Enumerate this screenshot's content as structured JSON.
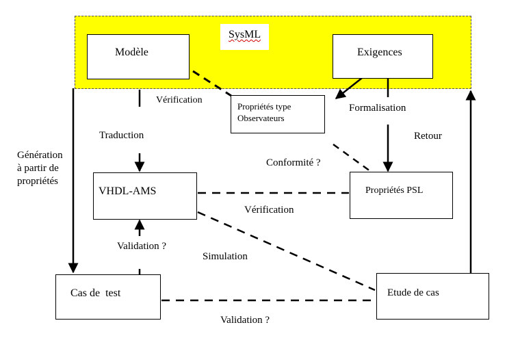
{
  "colors": {
    "band": "#ffff00",
    "line": "#000000",
    "spellcheck": "#d00000"
  },
  "band": {
    "title": "SysML"
  },
  "boxes": {
    "modele": "Modèle",
    "exigences": "Exigences",
    "proprietes_type_line1": "Propriétés type",
    "proprietes_type_line2": "Observateurs",
    "vhdl_ams": "VHDL-AMS",
    "proprietes_psl": "Propriétés PSL",
    "cas_de_test": "Cas de  test",
    "etude_de_cas": "Etude de cas"
  },
  "labels": {
    "verification_top": "Vérification",
    "traduction": "Traduction",
    "formalisation": "Formalisation",
    "retour": "Retour",
    "generation_line1": "Génération",
    "generation_line2": "à partir de",
    "generation_line3": "propriétés",
    "conformite": "Conformité ?",
    "verification_mid": "Vérification",
    "validation_left": "Validation ?",
    "simulation": "Simulation",
    "validation_bottom": "Validation ?"
  }
}
